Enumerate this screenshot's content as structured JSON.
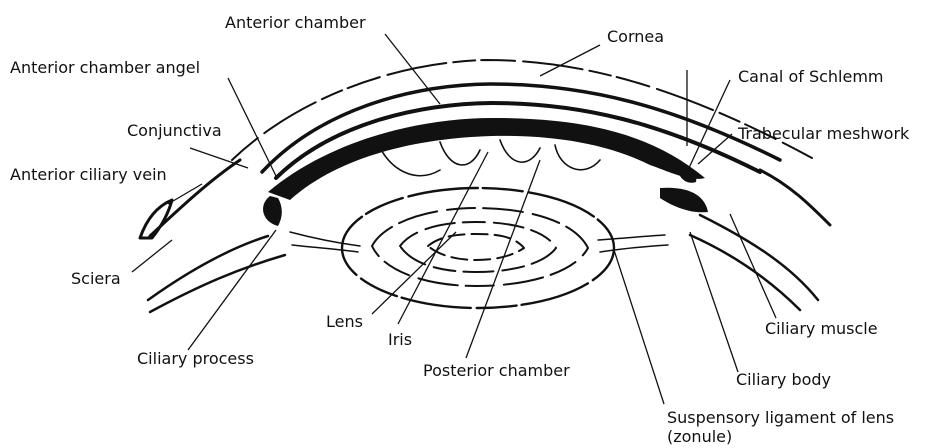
{
  "labels": {
    "anterior_chamber": "Anterior chamber",
    "cornea": "Cornea",
    "anterior_chamber_angel": "Anterior chamber angel",
    "canal_of_schlemm": "Canal of Schlemm",
    "conjunctiva": "Conjunctiva",
    "trabecular_meshwork": "Trabecular meshwork",
    "anterior_ciliary_vein": "Anterior ciliary vein",
    "sciera": "Sciera",
    "lens": "Lens",
    "iris": "Iris",
    "ciliary_muscle": "Ciliary muscle",
    "ciliary_process": "Ciliary process",
    "posterior_chamber": "Posterior chamber",
    "ciliary_body": "Ciliary body",
    "suspensory_ligament_line1": "Suspensory ligament of lens",
    "suspensory_ligament_line2": "(zonule)"
  }
}
